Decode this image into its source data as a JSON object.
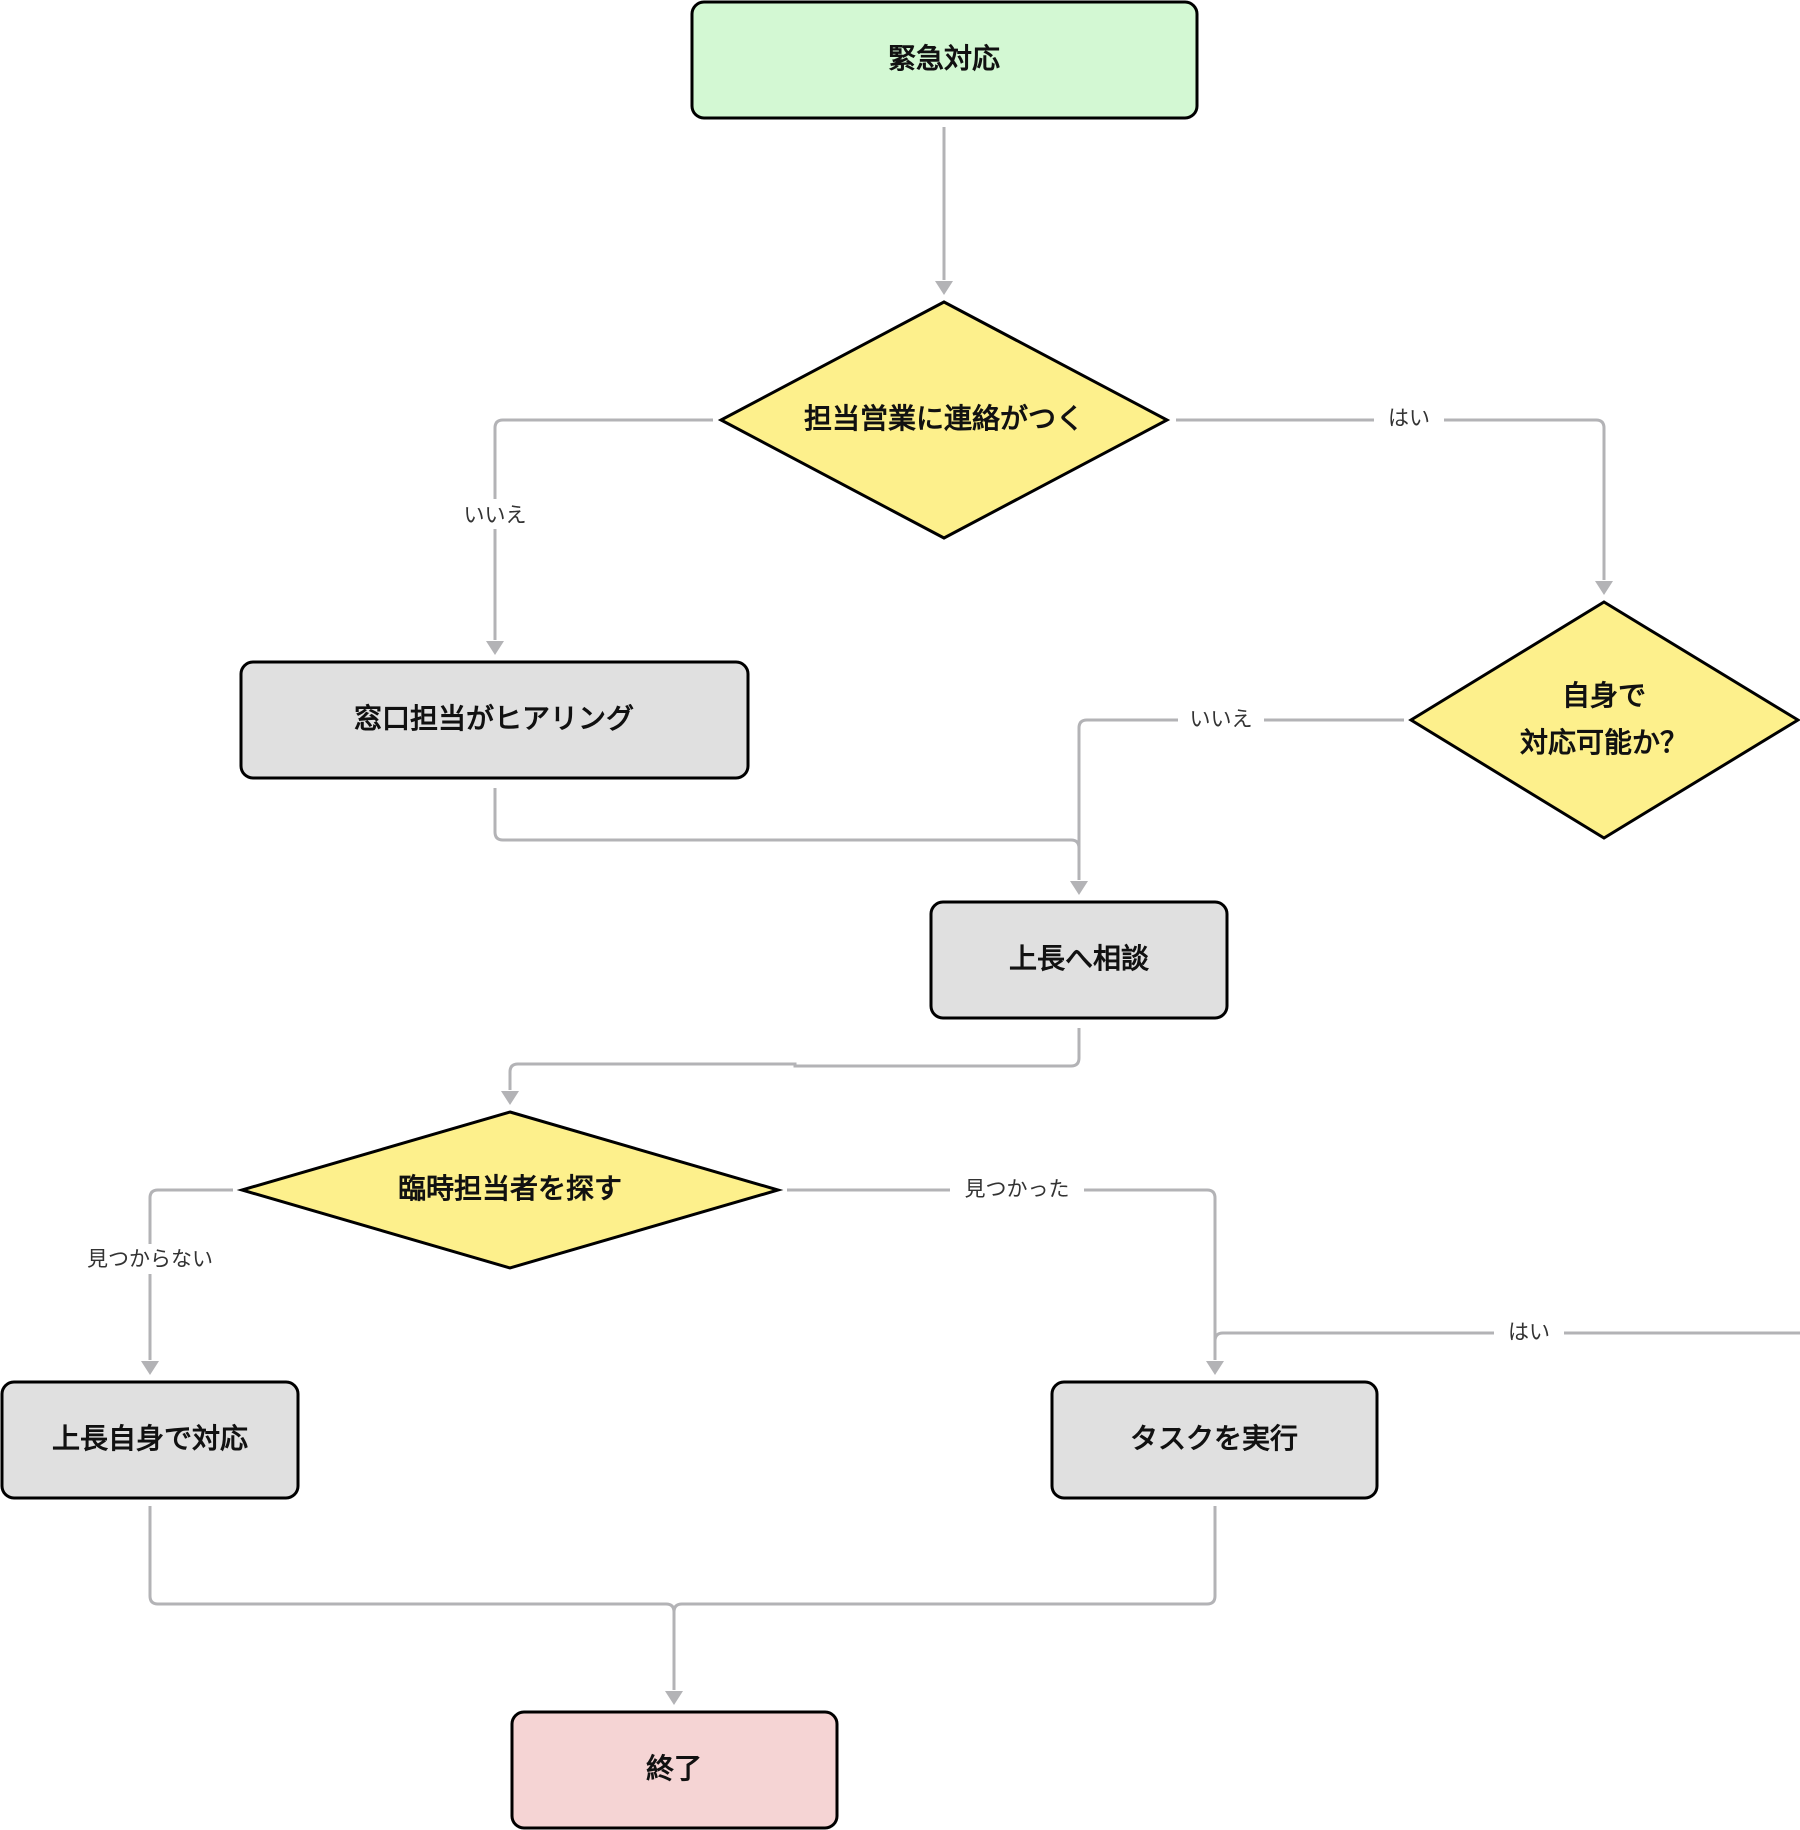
{
  "colors": {
    "start": "#d3f8d3",
    "process": "#e0e0e0",
    "decision": "#fdf08c",
    "end": "#f5d4d4",
    "edge": "#b3b3b6",
    "stroke": "#000000"
  },
  "nodes": {
    "start": {
      "label": "緊急対応"
    },
    "decision_contact": {
      "label": "担当営業に連絡がつく"
    },
    "hearing": {
      "label": "窓口担当がヒアリング"
    },
    "decision_self": {
      "line1": "自身で",
      "line2": "対応可能か？"
    },
    "consult": {
      "label": "上長へ相談"
    },
    "decision_find": {
      "label": "臨時担当者を探す"
    },
    "boss_self": {
      "label": "上長自身で対応"
    },
    "execute": {
      "label": "タスクを実行"
    },
    "end": {
      "label": "終了"
    }
  },
  "edge_labels": {
    "contact_no": "いいえ",
    "contact_yes": "はい",
    "self_no": "いいえ",
    "find_not_found": "見つからない",
    "find_found": "見つかった",
    "self_yes": "はい"
  }
}
